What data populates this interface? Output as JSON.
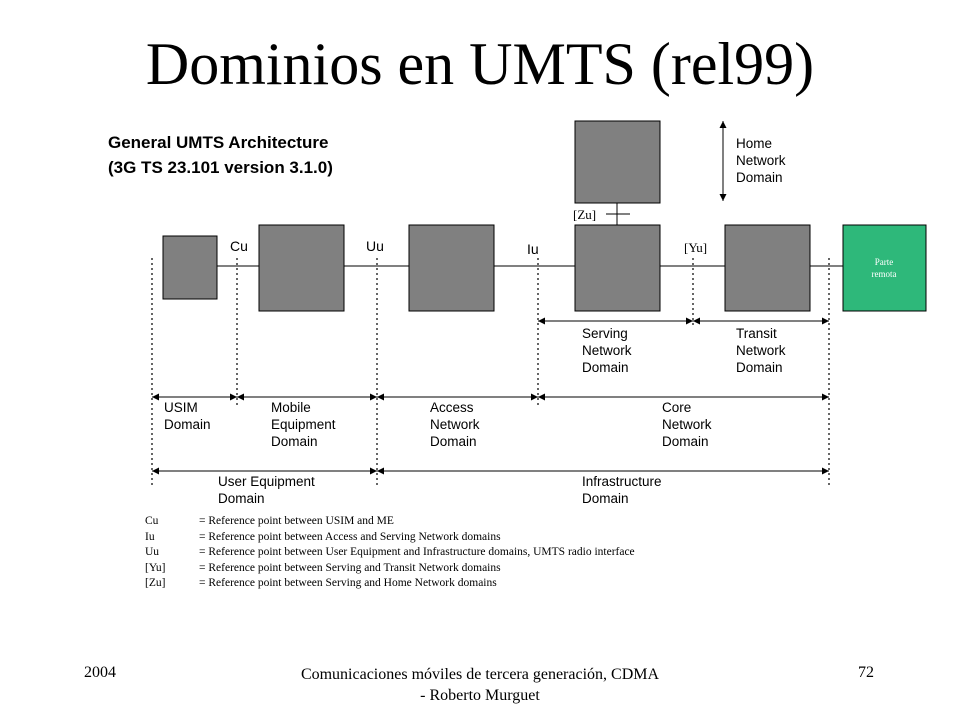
{
  "slide": {
    "title": "Dominios en UMTS (rel99)",
    "subtitle_line1": "General UMTS Architecture",
    "subtitle_line2": "(3G TS 23.101 version 3.1.0)"
  },
  "diagram": {
    "ref_points": {
      "cu": "Cu",
      "uu": "Uu",
      "iu": "Iu",
      "yu": "[Yu]",
      "zu": "[Zu]"
    },
    "remote": {
      "line1": "Parte",
      "line2": "remota"
    },
    "domains": {
      "home": [
        "Home",
        "Network",
        "Domain"
      ],
      "serving": [
        "Serving",
        "Network",
        "Domain"
      ],
      "transit": [
        "Transit",
        "Network",
        "Domain"
      ],
      "usim": [
        "USIM",
        "Domain"
      ],
      "mobile_equipment": [
        "Mobile",
        "Equipment",
        "Domain"
      ],
      "access": [
        "Access",
        "Network",
        "Domain"
      ],
      "core": [
        "Core",
        "Network",
        "Domain"
      ],
      "user_equipment": [
        "User Equipment",
        "Domain"
      ],
      "infrastructure": [
        "Infrastructure",
        "Domain"
      ]
    },
    "colors": {
      "node_fill": "#808080",
      "remote_fill": "#2eb87a"
    }
  },
  "legend": [
    {
      "code": "Cu",
      "desc": "= Reference point between USIM and ME"
    },
    {
      "code": "Iu",
      "desc": "= Reference point between Access and Serving Network domains"
    },
    {
      "code": "Uu",
      "desc": "= Reference point between User Equipment and Infrastructure domains, UMTS radio interface"
    },
    {
      "code": "[Yu]",
      "desc": "= Reference point between Serving and Transit Network domains"
    },
    {
      "code": "[Zu]",
      "desc": "= Reference point between Serving and Home Network domains"
    }
  ],
  "footer": {
    "year": "2004",
    "course": "Comunicaciones móviles de tercera generación, CDMA - Roberto Murguet",
    "page": "72"
  }
}
